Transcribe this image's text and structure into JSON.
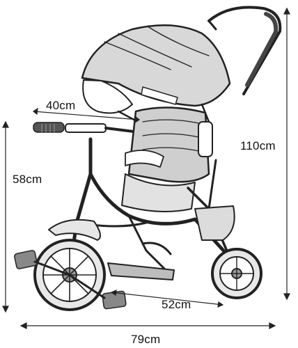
{
  "diagram": {
    "subject_icon": "tricycle-line-drawing",
    "dimensions": {
      "handle_reach": "40cm",
      "seat_height": "58cm",
      "total_height": "110cm",
      "wheelbase": "52cm",
      "total_length": "79cm"
    }
  }
}
